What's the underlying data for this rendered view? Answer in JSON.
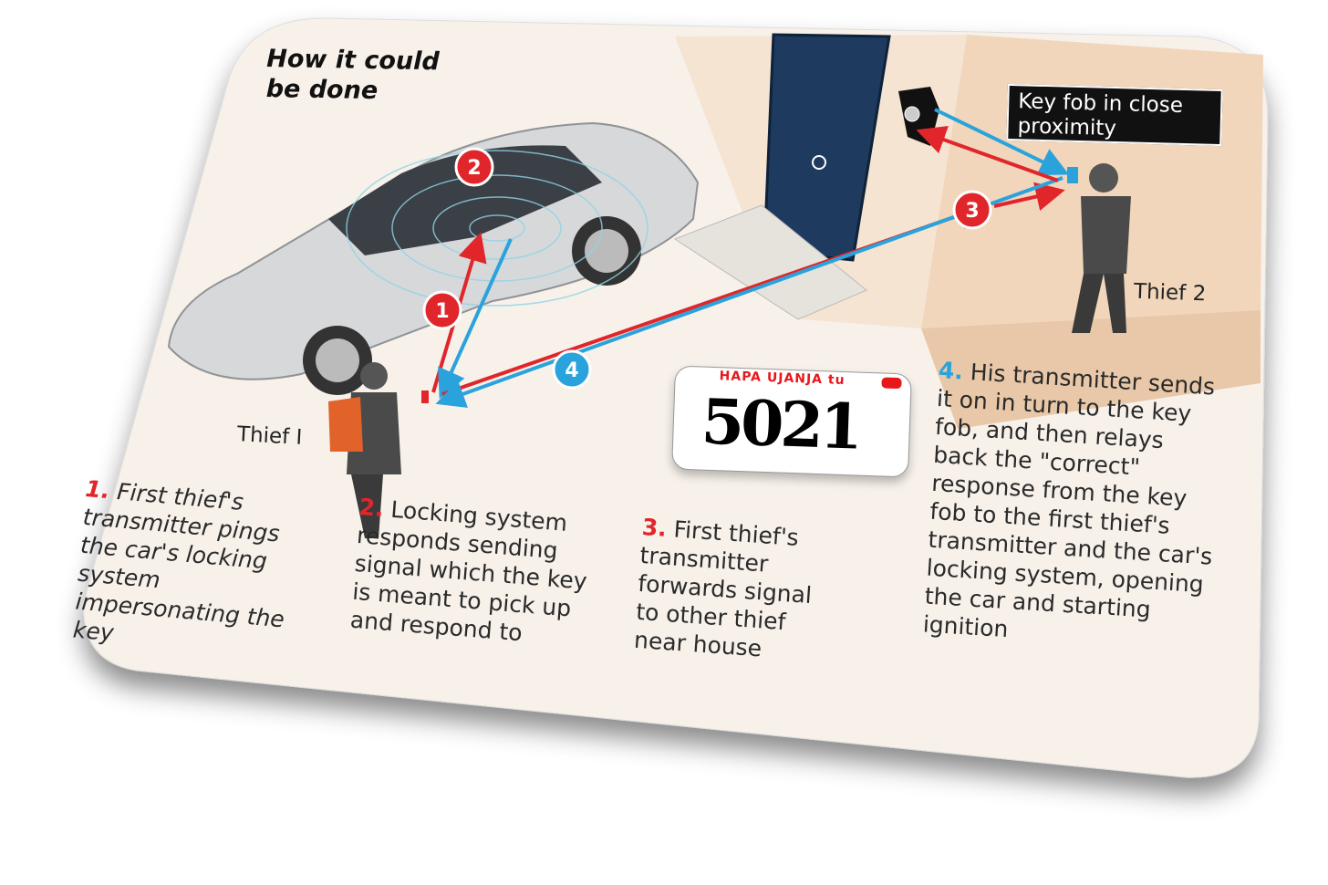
{
  "title": "How it could be done",
  "callout": "Key fob in close proximity",
  "labels": {
    "thief1": "Thief I",
    "thief2": "Thief 2"
  },
  "markers": [
    "1",
    "2",
    "3",
    "4"
  ],
  "steps": [
    {
      "num": "1.",
      "text": "First thief's transmitter pings the car's locking system impersonating the key"
    },
    {
      "num": "2.",
      "text": "Locking system responds sending signal which the key is meant to pick up and respond to"
    },
    {
      "num": "3.",
      "text": "First thief's transmitter forwards signal to other thief near house"
    },
    {
      "num": "4.",
      "text": "His transmitter sends it on in turn to the key fob, and then relays back the \"correct\" response from the key fob to the first thief's transmitter and the car's locking system, opening the car and starting ignition"
    }
  ],
  "logo": {
    "tagline": "HAPA UJANJA tu",
    "name": "5021"
  },
  "colors": {
    "red": "#e0262b",
    "blue": "#2aa3dc",
    "background": "#f7f1ea",
    "wall": "#f1d6bc",
    "door": "#1f3a5f"
  }
}
